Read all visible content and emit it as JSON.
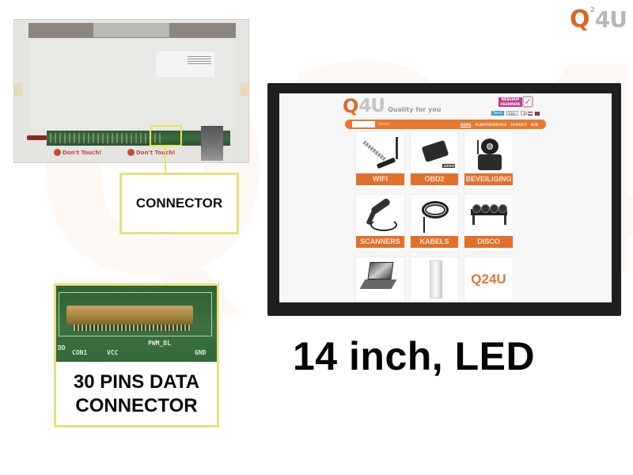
{
  "watermark": {
    "text": "Q24U"
  },
  "brand_logo": {
    "q": "Q",
    "superscript": "2",
    "rest": "4U",
    "accent_color": "#d8682a"
  },
  "panel_photo": {
    "warning_labels": [
      "Don't Touch!",
      "Don't Touch!"
    ],
    "callout_label": "CONNECTOR",
    "highlight_color": "#e6e356"
  },
  "pins_callout": {
    "silkscreen": {
      "con": "CON1",
      "vcc": "VCC",
      "pwm": "PWM_BL",
      "gnd": "GND",
      "dd": "DD"
    },
    "label_line1": "30 PINS DATA",
    "label_line2": "CONNECTOR"
  },
  "website": {
    "logo": {
      "q": "Q",
      "rest": "4U",
      "tagline": "Quality for you"
    },
    "badge": {
      "text": "WEBSHOP KEURMERK",
      "check": "✓"
    },
    "social": {
      "tweet": "Tweet",
      "like": "Like",
      "plus": "+1"
    },
    "nav": {
      "search_placeholder": "",
      "search_button": "Zoeken",
      "links": [
        "HOME",
        "KLANTENSERVICE",
        "CONTACT",
        "B2B"
      ],
      "active_index": 0,
      "bar_color": "#e67830"
    },
    "categories": [
      {
        "label": "WIFI",
        "icon": "wifi-antenna-icon"
      },
      {
        "label": "OBD2",
        "icon": "obd2-adapter-icon"
      },
      {
        "label": "BEVEILIGING",
        "icon": "security-camera-icon"
      },
      {
        "label": "SCANNERS",
        "icon": "barcode-scanner-icon"
      },
      {
        "label": "KABELS",
        "icon": "cable-icon"
      },
      {
        "label": "DISCO",
        "icon": "disco-light-icon"
      },
      {
        "label": "",
        "icon": "laptop-icon"
      },
      {
        "label": "",
        "icon": "tube-light-icon"
      },
      {
        "label": "Q24U",
        "icon": "q24u-logo"
      }
    ]
  },
  "title": "14 inch, LED"
}
